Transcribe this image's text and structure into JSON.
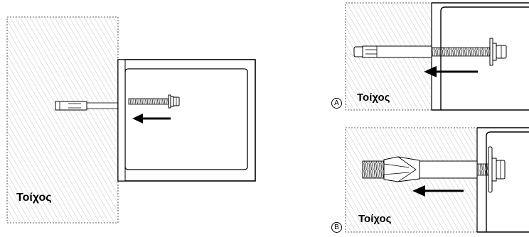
{
  "labels": {
    "wall_main": "Τοίχος",
    "wall_a": "Τοίχος",
    "wall_b": "Τοίχος",
    "step_a": "A",
    "step_b": "B"
  },
  "icons": {
    "arrow": "arrow-left-icon",
    "bolt": "anchor-bolt-icon"
  }
}
